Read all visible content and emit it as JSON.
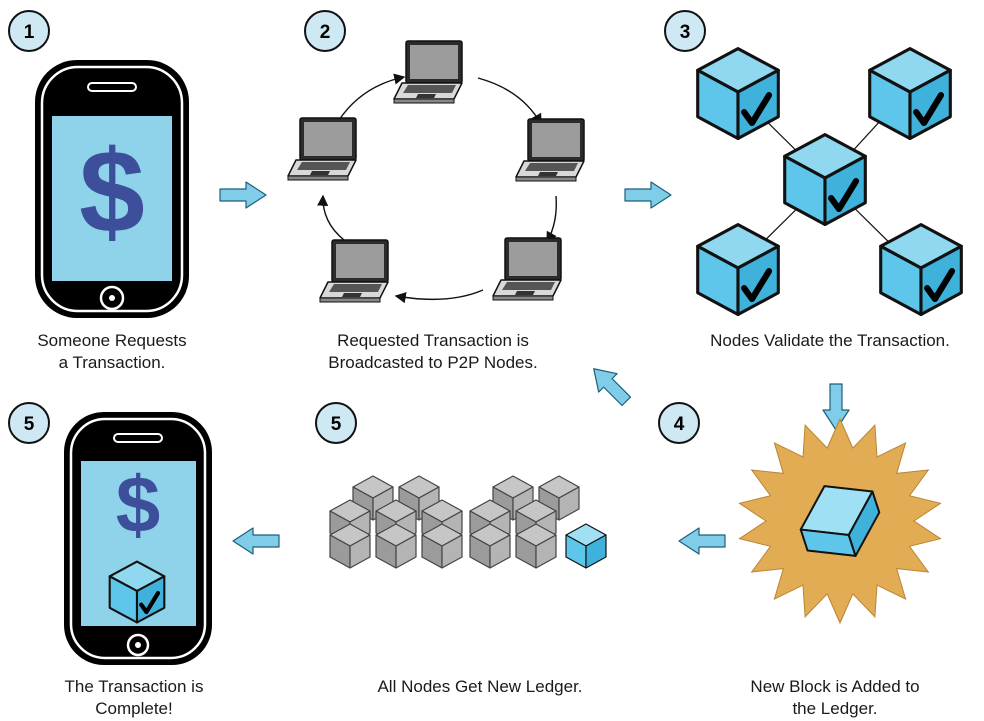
{
  "steps": {
    "s1": {
      "number": "1",
      "line1": "Someone Requests",
      "line2": "a Transaction."
    },
    "s2": {
      "number": "2",
      "line1": "Requested Transaction is",
      "line2": "Broadcasted to P2P Nodes."
    },
    "s3": {
      "number": "3",
      "line1": "Nodes Validate the Transaction."
    },
    "s4": {
      "number": "4",
      "line1": "New Block is Added to",
      "line2": "the Ledger."
    },
    "s5a": {
      "number": "5",
      "line1": "All Nodes Get New Ledger."
    },
    "s5b": {
      "number": "5",
      "line1": "The Transaction is",
      "line2": "Complete!"
    }
  },
  "symbols": {
    "dollar": "$",
    "check": "✓"
  },
  "colors": {
    "badge": "#cfe9f4",
    "screen": "#8fd3ea",
    "cube": "#5ec6ea",
    "gray_cube": "#a9a9a9",
    "burst": "#e2ac55",
    "arrow": "#7fcde8",
    "dollar": "#3d4f9b"
  }
}
